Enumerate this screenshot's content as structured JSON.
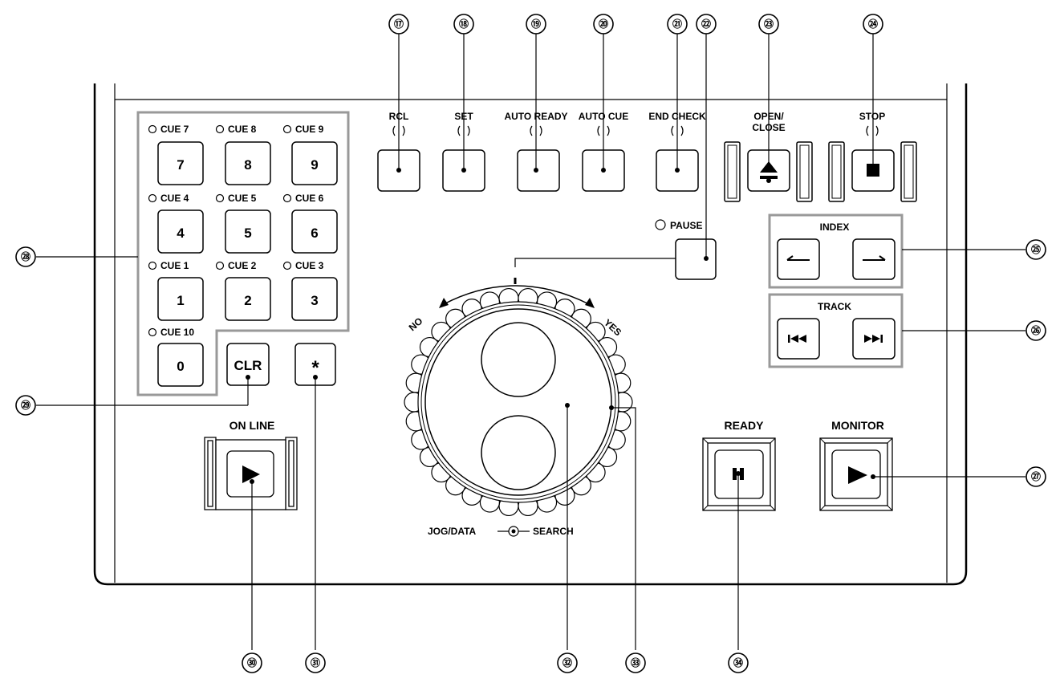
{
  "callouts": {
    "c17": "⑰",
    "c18": "⑱",
    "c19": "⑲",
    "c20": "⑳",
    "c21": "㉑",
    "c22": "㉒",
    "c23": "㉓",
    "c24": "㉔",
    "c25": "㉕",
    "c26": "㉖",
    "c27": "㉗",
    "c28": "㉘",
    "c29": "㉙",
    "c30": "㉚",
    "c31": "㉛",
    "c32": "㉜",
    "c33": "㉝",
    "c34": "㉞"
  },
  "top_buttons": {
    "rcl": "RCL",
    "set": "SET",
    "auto_ready": "AUTO READY",
    "auto_cue": "AUTO CUE",
    "end_check": "END CHECK",
    "open_close_1": "OPEN/",
    "open_close_2": "CLOSE",
    "stop": "STOP"
  },
  "keypad": {
    "cue7": "CUE 7",
    "cue8": "CUE 8",
    "cue9": "CUE 9",
    "cue4": "CUE 4",
    "cue5": "CUE 5",
    "cue6": "CUE 6",
    "cue1": "CUE 1",
    "cue2": "CUE 2",
    "cue3": "CUE 3",
    "cue10": "CUE 10",
    "k7": "7",
    "k8": "8",
    "k9": "9",
    "k4": "4",
    "k5": "5",
    "k6": "6",
    "k1": "1",
    "k2": "2",
    "k3": "3",
    "k0": "0",
    "clr": "CLR",
    "star": "*"
  },
  "pause": "PAUSE",
  "index": "INDEX",
  "track": "TRACK",
  "dial": {
    "no": "NO",
    "yes": "YES",
    "jog": "JOG/DATA",
    "search": "SEARCH"
  },
  "on_line": "ON LINE",
  "ready": "READY",
  "monitor": "MONITOR",
  "icons": {
    "eject": "eject-icon",
    "stop": "stop-icon",
    "play": "play-icon",
    "pause": "pause-icon",
    "skip_back": "skip-back-icon",
    "skip_forward": "skip-forward-icon",
    "arrow_left": "arrow-left-icon",
    "arrow_right": "arrow-right-icon"
  }
}
